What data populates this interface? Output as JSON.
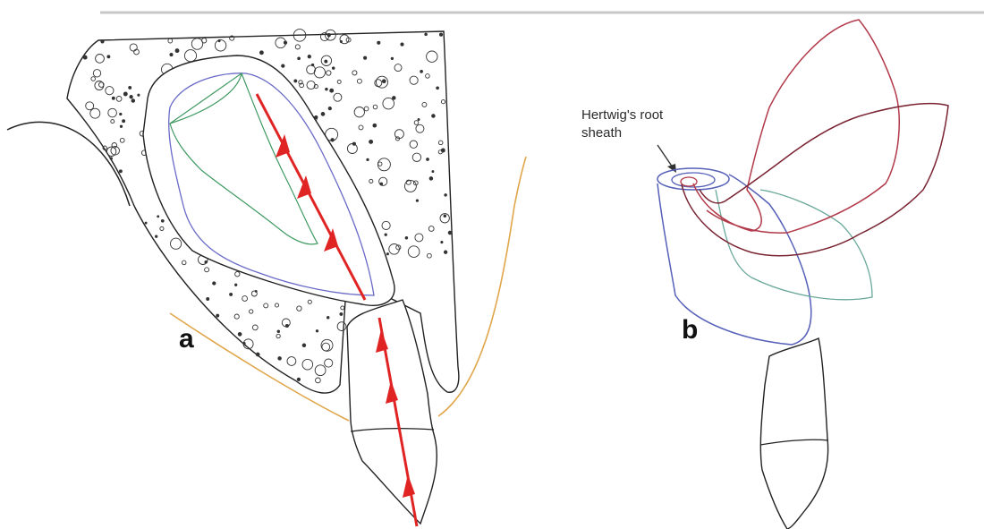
{
  "figure": {
    "panel_a": {
      "label": "a"
    },
    "panel_b": {
      "label": "b",
      "callout": {
        "line1": "Hertwig's root",
        "line2": "sheath"
      }
    }
  },
  "colors": {
    "arrow": "#e02424",
    "gingiva": "#e0a64a",
    "outline": "#222222",
    "crypt": "#6a6ac8",
    "crown_green": "#3f9a62",
    "tooth_blue": "#5560b8",
    "tooth_red": "#b23a4a",
    "tooth_darkred": "#7a2432",
    "tooth_green": "#6aa89a"
  }
}
